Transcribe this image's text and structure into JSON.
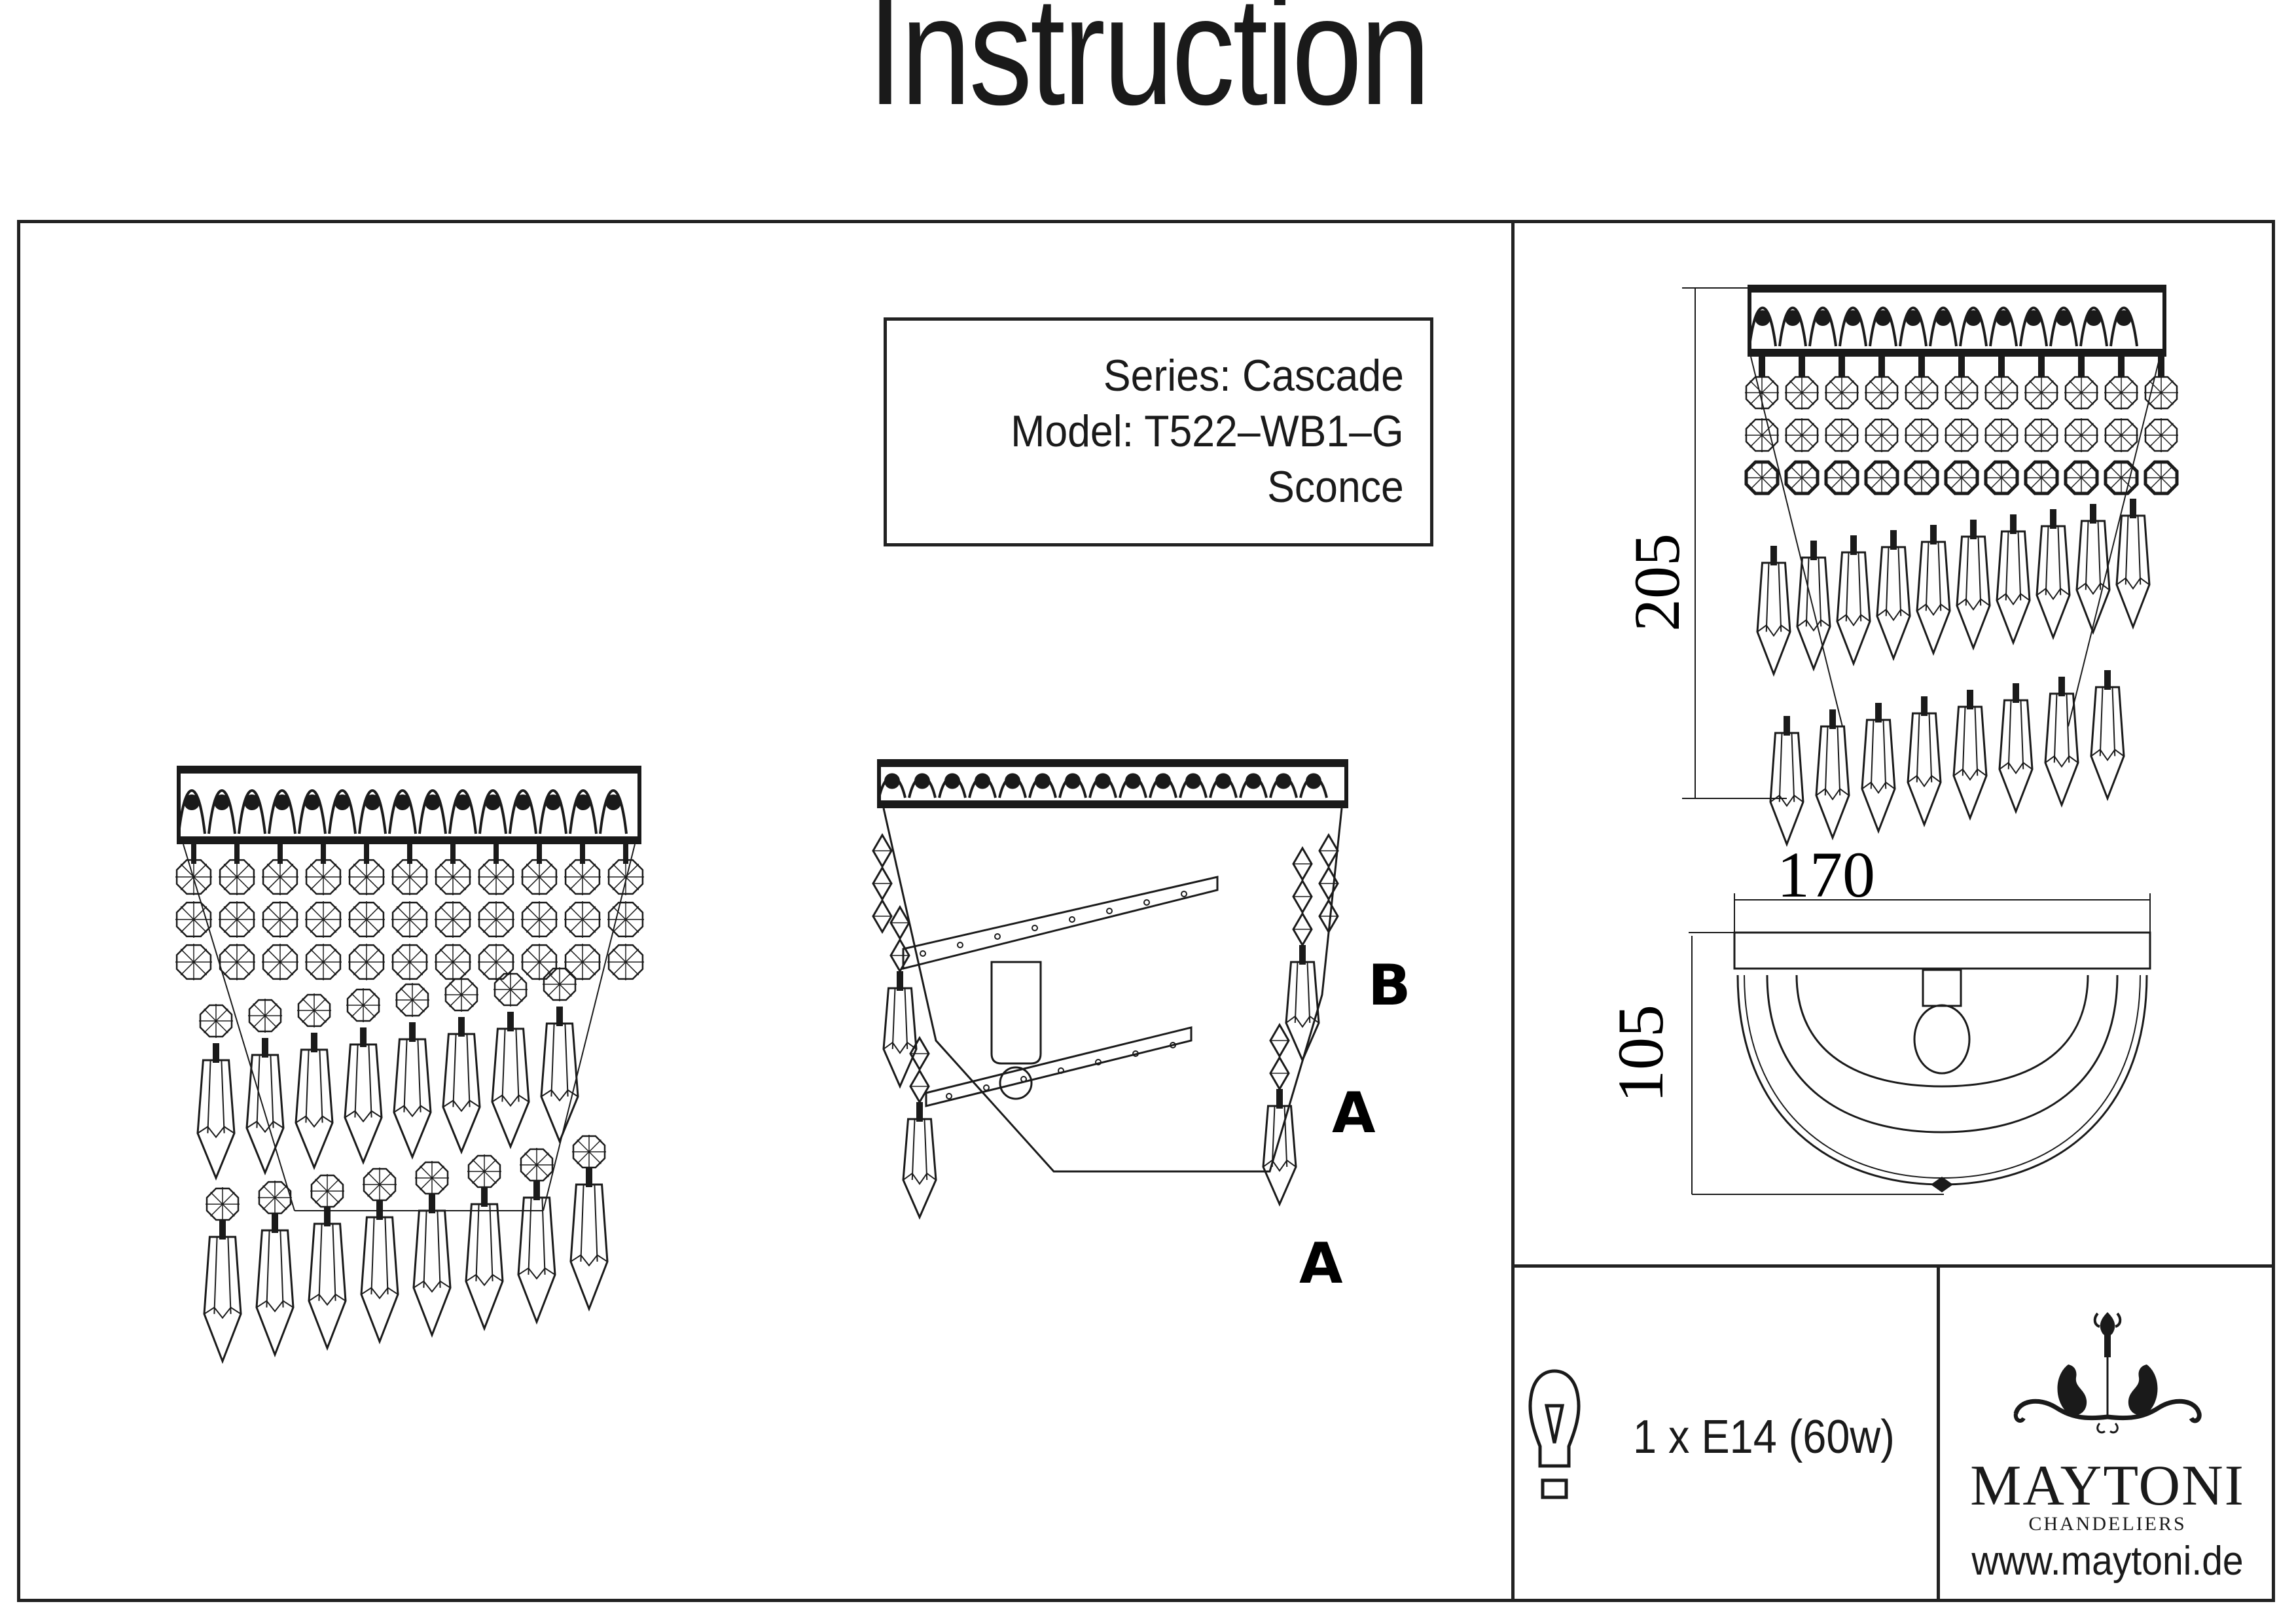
{
  "header": {
    "title": "Instruction"
  },
  "product_info": {
    "series": "Series: Cascade",
    "model": "Model: T522–WB1–G",
    "type": "Sconce"
  },
  "assembly": {
    "labels": [
      "B",
      "A",
      "A"
    ]
  },
  "dimensions": {
    "height": "205",
    "width": "170",
    "depth": "105",
    "unit_note": ""
  },
  "spec": {
    "icon": "light-bulb-icon",
    "bulb": "1 x E14 (60w)"
  },
  "brand": {
    "logo_icon": "chandelier-logo-icon",
    "name": "MAYTONI",
    "subtitle": "CHANDELIERS",
    "website": "www.maytoni.de"
  },
  "colors": {
    "ink": "#1a1a1a",
    "paper": "#ffffff"
  }
}
